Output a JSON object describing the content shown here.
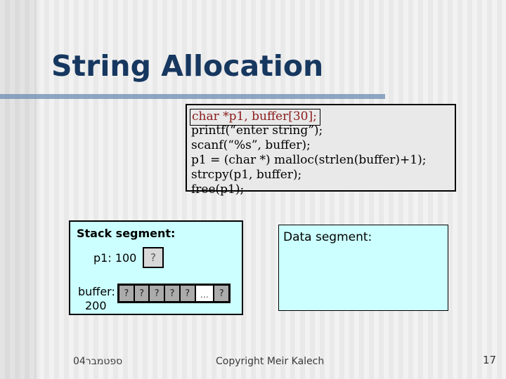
{
  "slide": {
    "title": "String Allocation",
    "page_number": "17",
    "footer": {
      "date": "ספטמבר04",
      "copyright": "Copyright Meir Kalech"
    }
  },
  "code_box": {
    "highlight_line": "char *p1, buffer[30];",
    "lines": [
      "printf(“enter string”);",
      "scanf(“%s”, buffer);",
      "p1 = (char *) malloc(strlen(buffer)+1);",
      "strcpy(p1, buffer);",
      "free(p1);"
    ]
  },
  "stack_segment": {
    "label": "Stack segment:",
    "p1": {
      "label": "p1: 100",
      "value": "?"
    },
    "buffer": {
      "label": "buffer:",
      "address": "200",
      "cells": [
        "?",
        "?",
        "?",
        "?",
        "?",
        "…",
        "?"
      ]
    }
  },
  "data_segment": {
    "label": "Data segment:"
  },
  "colors": {
    "title": "#16375f",
    "divider": "#6c8cb1",
    "code_highlight_text": "#8b1a1a",
    "code_box_bg": "#e9e9e9",
    "segment_bg": "#ccffff",
    "cell_gray": "#ababab"
  }
}
